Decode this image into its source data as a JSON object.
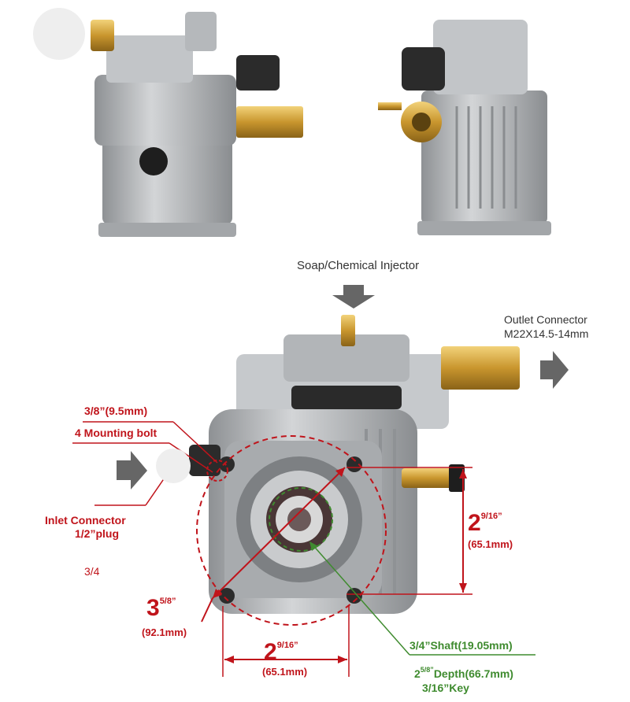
{
  "colors": {
    "red": "#c0141b",
    "green": "#3f8b2f",
    "gray_text": "#333333",
    "aluminum": "#b9bcbf",
    "brass": "#d4a63a",
    "arrow": "#666666"
  },
  "labels": {
    "soap_injector": "Soap/Chemical Injector",
    "outlet_connector": "Outlet Connector",
    "outlet_thread": "M22X14.5-14mm",
    "bolt_size": "3/8”(9.5mm)",
    "mounting_bolt": "4 Mounting bolt",
    "inlet_connector": "Inlet Connector",
    "inlet_plug": "1/2”plug",
    "three_quarter": "3/4",
    "height_main": "2",
    "height_sup": "9/16”",
    "height_mm": "(65.1mm)",
    "diag_main": "3",
    "diag_sup": "5/8”",
    "diag_mm": "(92.1mm)",
    "width_main": "2",
    "width_sup": "9/16”",
    "width_mm": "(65.1mm)",
    "shaft": "3/4”Shaft(19.05mm)",
    "depth_main": "2",
    "depth_sup": "5/8”",
    "depth_rest": "Depth(66.7mm)",
    "key": "3/16”Key"
  }
}
